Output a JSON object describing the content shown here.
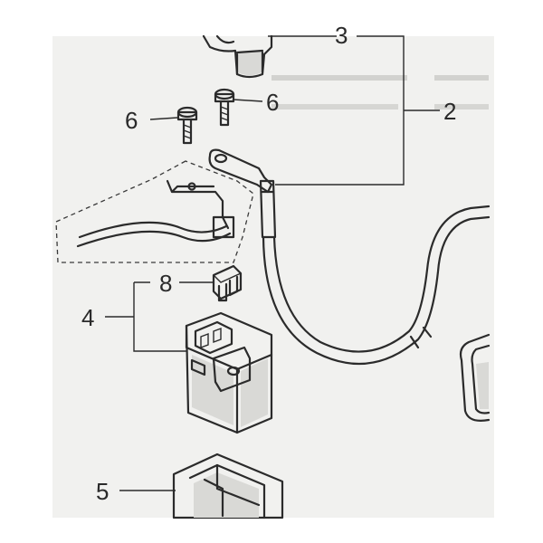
{
  "diagram": {
    "callouts": [
      {
        "id": "3",
        "label": "3"
      },
      {
        "id": "6a",
        "label": "6"
      },
      {
        "id": "6b",
        "label": "6"
      },
      {
        "id": "2",
        "label": "2"
      },
      {
        "id": "8",
        "label": "8"
      },
      {
        "id": "4",
        "label": "4"
      },
      {
        "id": "5",
        "label": "5"
      }
    ],
    "parts": [
      "starter-solenoid-top",
      "bolt",
      "bolt",
      "battery-cable",
      "fuse-clip",
      "starter-relay",
      "battery-box"
    ]
  },
  "colors": {
    "ink": "#2b2b2b",
    "paper": "#f1f1ef",
    "shade": "#d9d9d6"
  }
}
